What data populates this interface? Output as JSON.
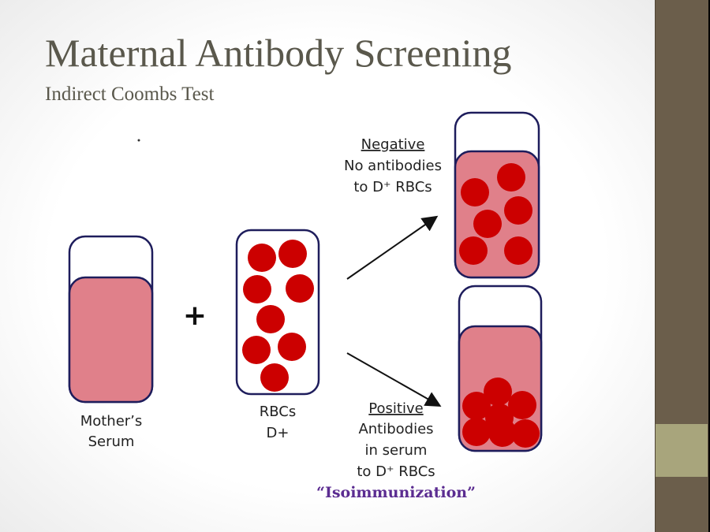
{
  "slide": {
    "title": "Maternal Antibody Screening",
    "subtitle": "Indirect Coombs Test",
    "plus_sign": "+",
    "mother_label": [
      "Mother’s",
      "Serum"
    ],
    "rbc_label": [
      "RBCs",
      "D+"
    ],
    "negative": {
      "heading": "Negative",
      "lines": [
        "No antibodies",
        "to D⁺ RBCs"
      ]
    },
    "positive": {
      "heading": "Positive",
      "lines": [
        "Antibodies",
        "in serum",
        "to D⁺ RBCs"
      ],
      "term": "“Isoimmunization”"
    }
  },
  "colors": {
    "serum": "#e0808a",
    "rbc": "#cc0000",
    "outline": "#1e1d5c",
    "band": "#6b5e4b",
    "accent": "#a8a57c",
    "term": "#5b2c91"
  }
}
